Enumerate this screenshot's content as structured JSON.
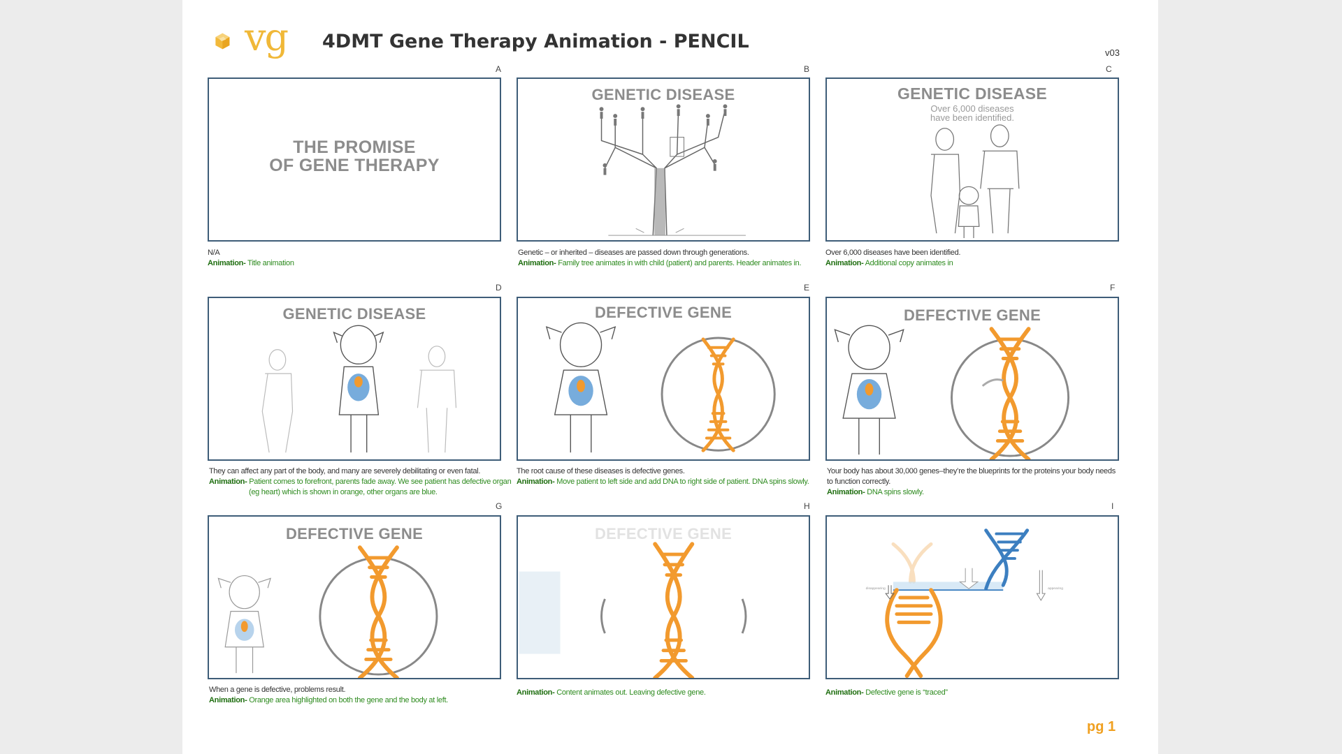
{
  "header": {
    "logo_text": "vg",
    "title": "4DMT Gene Therapy Animation - PENCIL",
    "version": "v03",
    "brand_color": "#f0b838"
  },
  "frames": [
    {
      "letter": "A",
      "title": "THE PROMISE",
      "title2": "OF GENE THERAPY",
      "subtitle": "",
      "narration": "N/A",
      "animation_label": "Animation-",
      "animation": "Title animation"
    },
    {
      "letter": "B",
      "title": "GENETIC DISEASE",
      "subtitle": "",
      "narration": "Genetic – or inherited – diseases are passed down through generations.",
      "animation_label": "Animation-",
      "animation": "Family tree animates in with child (patient) and parents. Header animates in."
    },
    {
      "letter": "C",
      "title": "GENETIC DISEASE",
      "subtitle": "Over 6,000 diseases",
      "subtitle2": "have been identified.",
      "narration": "Over 6,000 diseases have been identified.",
      "animation_label": "Animation-",
      "animation": "Additional copy animates in"
    },
    {
      "letter": "D",
      "title": "GENETIC DISEASE",
      "narration": "They can affect any part of the body, and many are severely debilitating or even fatal.",
      "animation_label": "Animation-",
      "animation": "Patient comes to forefront, parents fade away. We see patient has defective organ",
      "animation2": "(eg heart) which is shown in orange, other organs are blue."
    },
    {
      "letter": "E",
      "title": "DEFECTIVE GENE",
      "narration": "The root cause of these diseases is defective genes.",
      "animation_label": "Animation-",
      "animation": "Move patient to left side and add DNA to right side of patient. DNA spins slowly."
    },
    {
      "letter": "F",
      "title": "DEFECTIVE GENE",
      "narration": "Your body has about 30,000 genes–they’re the blueprints for the proteins your body needs",
      "narration2": "to function correctly.",
      "animation_label": "Animation-",
      "animation": "DNA spins slowly."
    },
    {
      "letter": "G",
      "title": "DEFECTIVE GENE",
      "narration": "When a gene is defective, problems result.",
      "animation_label": "Animation-",
      "animation": "Orange area highlighted on both the gene and the body at left."
    },
    {
      "letter": "H",
      "title": "DEFECTIVE GENE",
      "narration": "",
      "animation_label": "Animation-",
      "animation": "Content animates out. Leaving defective gene."
    },
    {
      "letter": "I",
      "title": "",
      "narration": "",
      "animation_label": "Animation-",
      "animation": "Defective gene is “traced”",
      "label_left": "disappearing",
      "label_right": "appearing"
    }
  ],
  "footer": {
    "page": "pg 1"
  },
  "colors": {
    "frame_border": "#3e5d78",
    "animation_text": "#2e8b1f",
    "dna_orange": "#f29a2e",
    "dna_blue": "#3c7fc0",
    "organ_blue": "#4a90d0"
  }
}
